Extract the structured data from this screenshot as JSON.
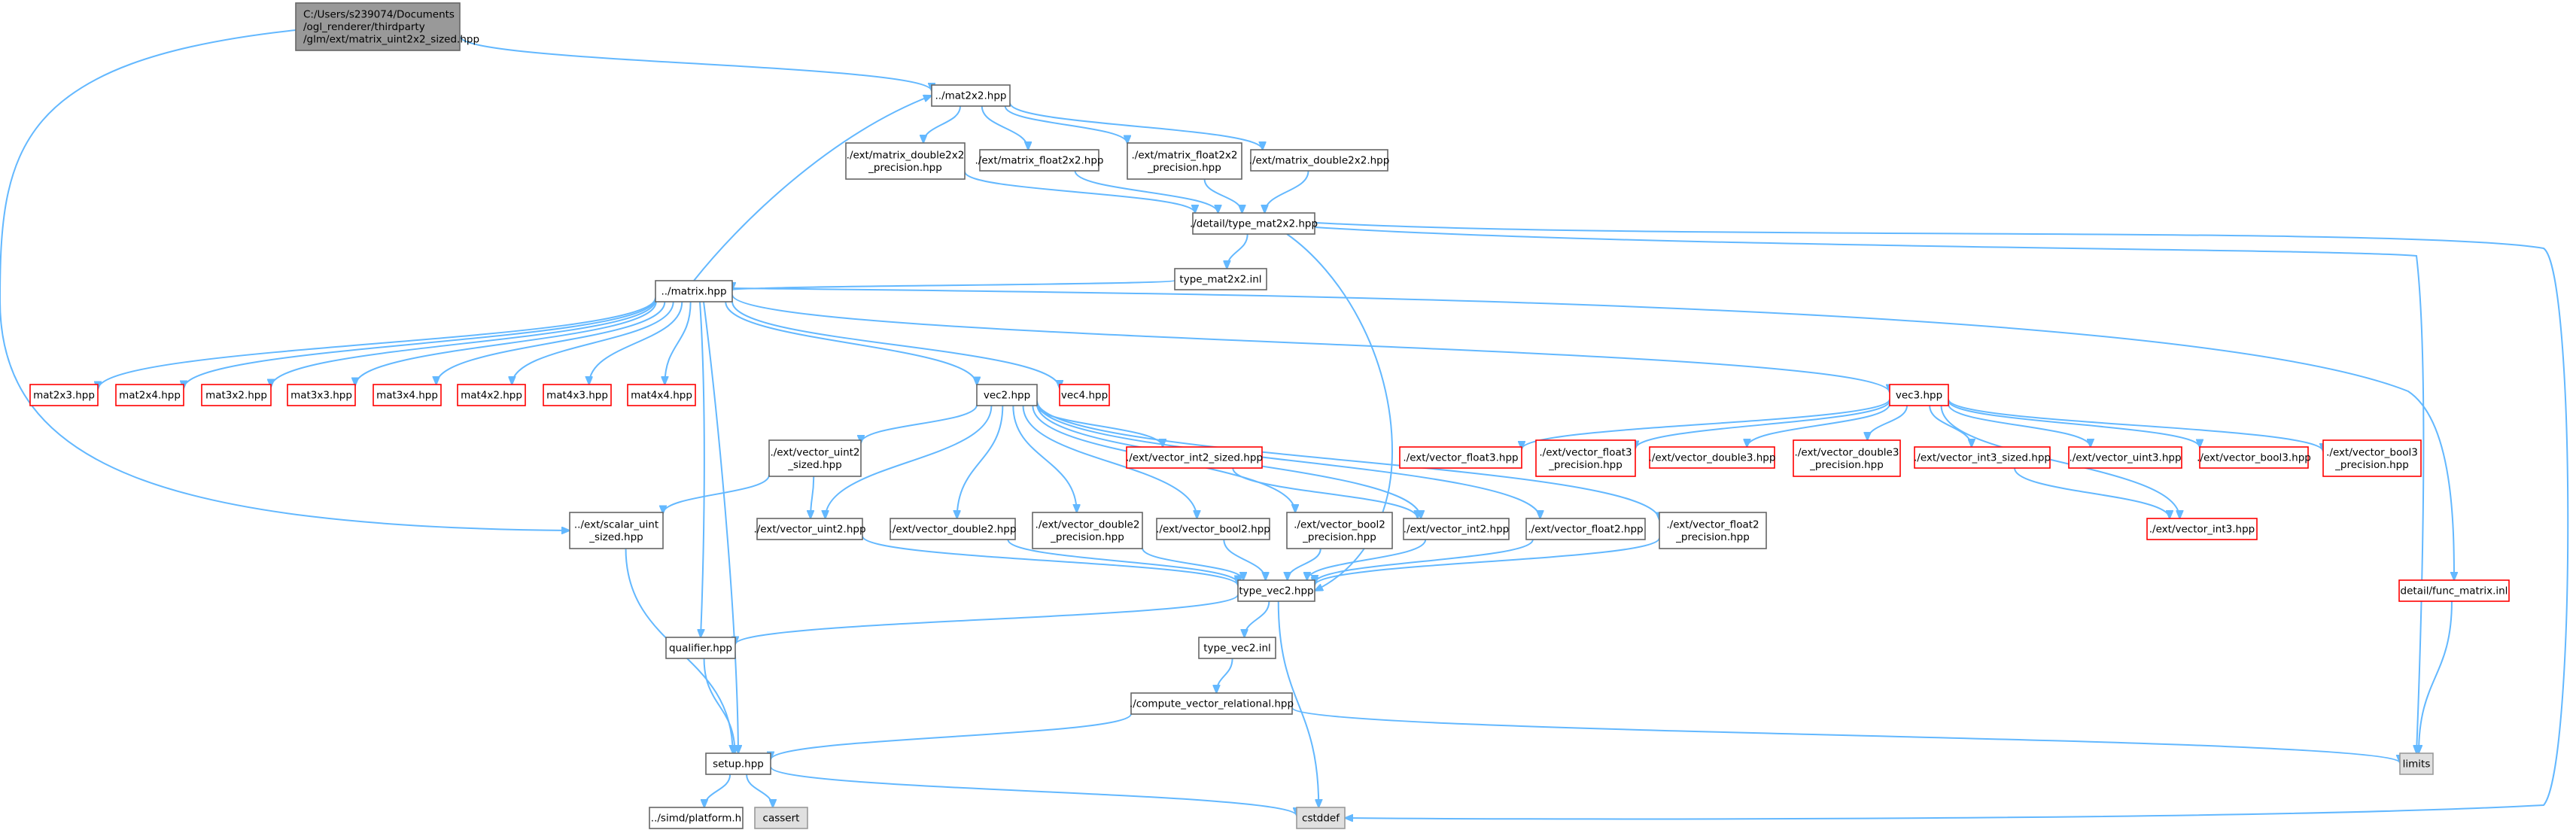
{
  "graph": {
    "nodes": [
      {
        "id": "root",
        "lines": [
          "C:/Users/s239074/Documents",
          "/ogl_renderer/thirdparty",
          "/glm/ext/matrix_uint2x2_sized.hpp"
        ],
        "style": "root"
      },
      {
        "id": "mat2x2",
        "lines": [
          "../mat2x2.hpp"
        ],
        "style": "normal"
      },
      {
        "id": "md2x2p",
        "lines": [
          "./ext/matrix_double2x2",
          "_precision.hpp"
        ],
        "style": "normal"
      },
      {
        "id": "mf2x2",
        "lines": [
          "./ext/matrix_float2x2.hpp"
        ],
        "style": "normal"
      },
      {
        "id": "mf2x2p",
        "lines": [
          "./ext/matrix_float2x2",
          "_precision.hpp"
        ],
        "style": "normal"
      },
      {
        "id": "md2x2",
        "lines": [
          "./ext/matrix_double2x2.hpp"
        ],
        "style": "normal"
      },
      {
        "id": "tmat2x2",
        "lines": [
          "./detail/type_mat2x2.hpp"
        ],
        "style": "normal"
      },
      {
        "id": "tmat2x2inl",
        "lines": [
          "type_mat2x2.inl"
        ],
        "style": "normal"
      },
      {
        "id": "matrix",
        "lines": [
          "../matrix.hpp"
        ],
        "style": "normal"
      },
      {
        "id": "mat2x3",
        "lines": [
          "mat2x3.hpp"
        ],
        "style": "red"
      },
      {
        "id": "mat2x4",
        "lines": [
          "mat2x4.hpp"
        ],
        "style": "red"
      },
      {
        "id": "mat3x2",
        "lines": [
          "mat3x2.hpp"
        ],
        "style": "red"
      },
      {
        "id": "mat3x3",
        "lines": [
          "mat3x3.hpp"
        ],
        "style": "red"
      },
      {
        "id": "mat3x4",
        "lines": [
          "mat3x4.hpp"
        ],
        "style": "red"
      },
      {
        "id": "mat4x2",
        "lines": [
          "mat4x2.hpp"
        ],
        "style": "red"
      },
      {
        "id": "mat4x3",
        "lines": [
          "mat4x3.hpp"
        ],
        "style": "red"
      },
      {
        "id": "mat4x4",
        "lines": [
          "mat4x4.hpp"
        ],
        "style": "red"
      },
      {
        "id": "vec2",
        "lines": [
          "vec2.hpp"
        ],
        "style": "normal"
      },
      {
        "id": "vec4",
        "lines": [
          "vec4.hpp"
        ],
        "style": "red"
      },
      {
        "id": "vec3",
        "lines": [
          "vec3.hpp"
        ],
        "style": "red"
      },
      {
        "id": "vu2s",
        "lines": [
          "./ext/vector_uint2",
          "_sized.hpp"
        ],
        "style": "normal"
      },
      {
        "id": "vi2s",
        "lines": [
          "./ext/vector_int2_sized.hpp"
        ],
        "style": "red"
      },
      {
        "id": "scalaru",
        "lines": [
          "../ext/scalar_uint",
          "_sized.hpp"
        ],
        "style": "normal"
      },
      {
        "id": "vu2",
        "lines": [
          "./ext/vector_uint2.hpp"
        ],
        "style": "normal"
      },
      {
        "id": "vd2",
        "lines": [
          "./ext/vector_double2.hpp"
        ],
        "style": "normal"
      },
      {
        "id": "vd2p",
        "lines": [
          "./ext/vector_double2",
          "_precision.hpp"
        ],
        "style": "normal"
      },
      {
        "id": "vb2",
        "lines": [
          "./ext/vector_bool2.hpp"
        ],
        "style": "normal"
      },
      {
        "id": "vb2p",
        "lines": [
          "./ext/vector_bool2",
          "_precision.hpp"
        ],
        "style": "normal"
      },
      {
        "id": "vi2",
        "lines": [
          "./ext/vector_int2.hpp"
        ],
        "style": "normal"
      },
      {
        "id": "vf2",
        "lines": [
          "./ext/vector_float2.hpp"
        ],
        "style": "normal"
      },
      {
        "id": "vf2p",
        "lines": [
          "./ext/vector_float2",
          "_precision.hpp"
        ],
        "style": "normal"
      },
      {
        "id": "tvec2",
        "lines": [
          "type_vec2.hpp"
        ],
        "style": "normal"
      },
      {
        "id": "vf3",
        "lines": [
          "./ext/vector_float3.hpp"
        ],
        "style": "red"
      },
      {
        "id": "vf3p",
        "lines": [
          "./ext/vector_float3",
          "_precision.hpp"
        ],
        "style": "red"
      },
      {
        "id": "vd3",
        "lines": [
          "./ext/vector_double3.hpp"
        ],
        "style": "red"
      },
      {
        "id": "vd3p",
        "lines": [
          "./ext/vector_double3",
          "_precision.hpp"
        ],
        "style": "red"
      },
      {
        "id": "vi3s",
        "lines": [
          "./ext/vector_int3_sized.hpp"
        ],
        "style": "red"
      },
      {
        "id": "vu3",
        "lines": [
          "./ext/vector_uint3.hpp"
        ],
        "style": "red"
      },
      {
        "id": "vb3",
        "lines": [
          "./ext/vector_bool3.hpp"
        ],
        "style": "red"
      },
      {
        "id": "vb3p",
        "lines": [
          "./ext/vector_bool3",
          "_precision.hpp"
        ],
        "style": "red"
      },
      {
        "id": "vi3",
        "lines": [
          "./ext/vector_int3.hpp"
        ],
        "style": "red"
      },
      {
        "id": "funcmatrix",
        "lines": [
          "detail/func_matrix.inl"
        ],
        "style": "red"
      },
      {
        "id": "qualifier",
        "lines": [
          "qualifier.hpp"
        ],
        "style": "normal"
      },
      {
        "id": "tvec2inl",
        "lines": [
          "type_vec2.inl"
        ],
        "style": "normal"
      },
      {
        "id": "cvr",
        "lines": [
          "./compute_vector_relational.hpp"
        ],
        "style": "normal"
      },
      {
        "id": "setup",
        "lines": [
          "setup.hpp"
        ],
        "style": "normal"
      },
      {
        "id": "limits",
        "lines": [
          "limits"
        ],
        "style": "gray"
      },
      {
        "id": "simd",
        "lines": [
          "../simd/platform.h"
        ],
        "style": "normal"
      },
      {
        "id": "cassert",
        "lines": [
          "cassert"
        ],
        "style": "gray"
      },
      {
        "id": "cstddef",
        "lines": [
          "cstddef"
        ],
        "style": "gray"
      }
    ],
    "edges": [
      [
        "root",
        "mat2x2"
      ],
      [
        "root",
        "scalaru"
      ],
      [
        "mat2x2",
        "md2x2p"
      ],
      [
        "mat2x2",
        "mf2x2"
      ],
      [
        "mat2x2",
        "mf2x2p"
      ],
      [
        "mat2x2",
        "md2x2"
      ],
      [
        "md2x2p",
        "tmat2x2"
      ],
      [
        "mf2x2",
        "tmat2x2"
      ],
      [
        "mf2x2p",
        "tmat2x2"
      ],
      [
        "md2x2",
        "tmat2x2"
      ],
      [
        "tmat2x2",
        "tmat2x2inl"
      ],
      [
        "tmat2x2",
        "limits"
      ],
      [
        "tmat2x2",
        "cstddef"
      ],
      [
        "tmat2x2",
        "tvec2"
      ],
      [
        "tmat2x2inl",
        "matrix"
      ],
      [
        "matrix",
        "mat2x2"
      ],
      [
        "matrix",
        "mat2x3"
      ],
      [
        "matrix",
        "mat2x4"
      ],
      [
        "matrix",
        "mat3x2"
      ],
      [
        "matrix",
        "mat3x3"
      ],
      [
        "matrix",
        "mat3x4"
      ],
      [
        "matrix",
        "mat4x2"
      ],
      [
        "matrix",
        "mat4x3"
      ],
      [
        "matrix",
        "mat4x4"
      ],
      [
        "matrix",
        "vec2"
      ],
      [
        "matrix",
        "vec4"
      ],
      [
        "matrix",
        "vec3"
      ],
      [
        "matrix",
        "funcmatrix"
      ],
      [
        "matrix",
        "qualifier"
      ],
      [
        "matrix",
        "setup"
      ],
      [
        "vec2",
        "vu2s"
      ],
      [
        "vec2",
        "vi2s"
      ],
      [
        "vec2",
        "vu2"
      ],
      [
        "vec2",
        "vd2"
      ],
      [
        "vec2",
        "vd2p"
      ],
      [
        "vec2",
        "vb2"
      ],
      [
        "vec2",
        "vb2p"
      ],
      [
        "vec2",
        "vi2"
      ],
      [
        "vec2",
        "vf2"
      ],
      [
        "vec2",
        "vf2p"
      ],
      [
        "vu2s",
        "scalaru"
      ],
      [
        "vu2s",
        "vu2"
      ],
      [
        "vi2s",
        "vi2"
      ],
      [
        "scalaru",
        "setup"
      ],
      [
        "vu2",
        "tvec2"
      ],
      [
        "vd2",
        "tvec2"
      ],
      [
        "vd2p",
        "tvec2"
      ],
      [
        "vb2",
        "tvec2"
      ],
      [
        "vb2p",
        "tvec2"
      ],
      [
        "vi2",
        "tvec2"
      ],
      [
        "vf2",
        "tvec2"
      ],
      [
        "vf2p",
        "tvec2"
      ],
      [
        "vec3",
        "vf3"
      ],
      [
        "vec3",
        "vf3p"
      ],
      [
        "vec3",
        "vd3"
      ],
      [
        "vec3",
        "vd3p"
      ],
      [
        "vec3",
        "vi3s"
      ],
      [
        "vec3",
        "vu3"
      ],
      [
        "vec3",
        "vb3"
      ],
      [
        "vec3",
        "vb3p"
      ],
      [
        "vec3",
        "vi3"
      ],
      [
        "vi3s",
        "vi3"
      ],
      [
        "tvec2",
        "qualifier"
      ],
      [
        "tvec2",
        "tvec2inl"
      ],
      [
        "tvec2",
        "cstddef"
      ],
      [
        "tvec2inl",
        "cvr"
      ],
      [
        "cvr",
        "setup"
      ],
      [
        "cvr",
        "limits"
      ],
      [
        "funcmatrix",
        "limits"
      ],
      [
        "qualifier",
        "setup"
      ],
      [
        "setup",
        "simd"
      ],
      [
        "setup",
        "cassert"
      ],
      [
        "setup",
        "cstddef"
      ]
    ]
  },
  "colors": {
    "edge": "#63b8ff",
    "node_border": "#666666",
    "node_border_red": "#ff0000",
    "root_fill": "#999999",
    "gray_fill": "#e0e0e0",
    "gray_border": "#999999",
    "node_fill": "#ffffff"
  }
}
